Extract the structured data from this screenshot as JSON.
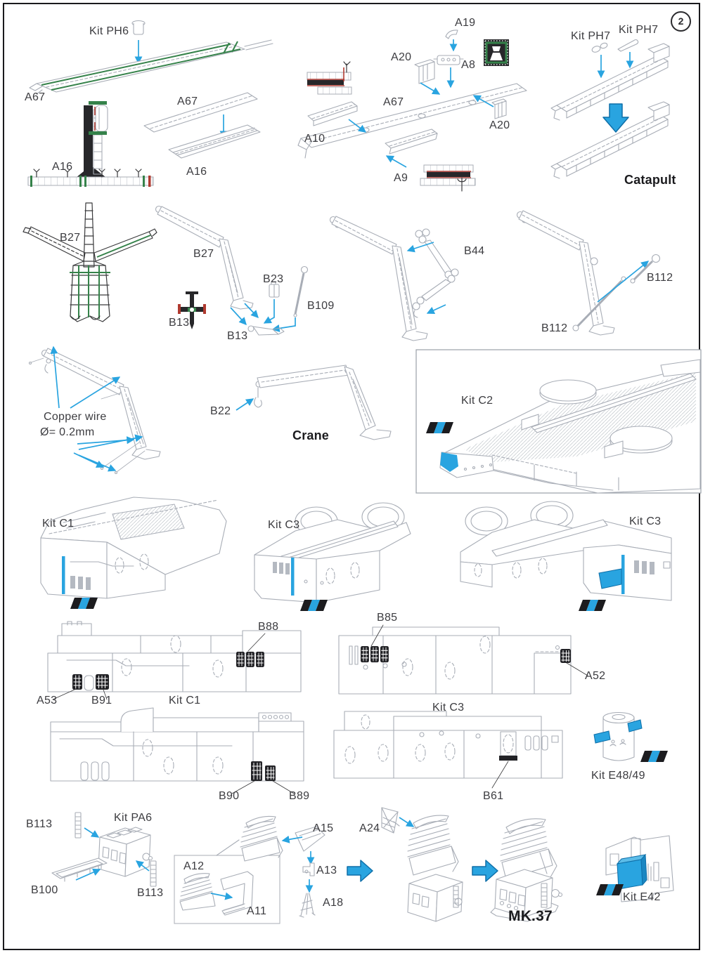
{
  "page": {
    "badge_number": "2"
  },
  "palette": {
    "accent_blue": "#29a4e0",
    "paint_black": "#27272a",
    "paint_green": "#35824a",
    "paint_red": "#b03a30",
    "line_gray": "#a8adb6"
  },
  "catapult_section": {
    "title": "Catapult",
    "labels": {
      "kit_ph6": "Kit PH6",
      "a67_top": "A67",
      "a67_mid": "A67",
      "a16_tower": "A16",
      "a16_channel": "A16",
      "a19": "A19",
      "a20_left": "A20",
      "a8": "A8",
      "a67_center": "A67",
      "a10": "A10",
      "a9": "A9",
      "a20_right": "A20",
      "kit_ph7_left": "Kit PH7",
      "kit_ph7_right": "Kit PH7"
    }
  },
  "crane_section": {
    "title": "Crane",
    "note": {
      "line1": "Copper wire",
      "line2": "Ø= 0.2mm"
    },
    "labels": {
      "b27_flat": "B27",
      "b27_folded": "B27",
      "b23": "B23",
      "b109": "B109",
      "b13_cross": "B13",
      "b13_base": "B13",
      "b44": "B44",
      "b112_upper": "B112",
      "b112_lower": "B112",
      "b22": "B22",
      "kit_c2": "Kit C2"
    }
  },
  "superstructure_section": {
    "labels": {
      "kit_c1_iso": "Kit C1",
      "kit_c3_iso_left": "Kit C3",
      "kit_c3_iso_right": "Kit C3",
      "b88": "B88",
      "a53": "A53",
      "b91": "B91",
      "kit_c1_side": "Kit C1",
      "b85": "B85",
      "a52": "A52",
      "kit_c3_side": "Kit C3",
      "b90": "B90",
      "b89": "B89",
      "b61": "B61",
      "kit_e48_49": "Kit E48/49"
    }
  },
  "mk37_section": {
    "title": "MK.37",
    "labels": {
      "b113_top": "B113",
      "kit_pa6": "Kit PA6",
      "b100": "B100",
      "b113_bottom": "B113",
      "a12": "A12",
      "a11": "A11",
      "a15": "A15",
      "a13": "A13",
      "a18": "A18",
      "a24": "A24",
      "kit_e42": "Kit E42"
    }
  }
}
